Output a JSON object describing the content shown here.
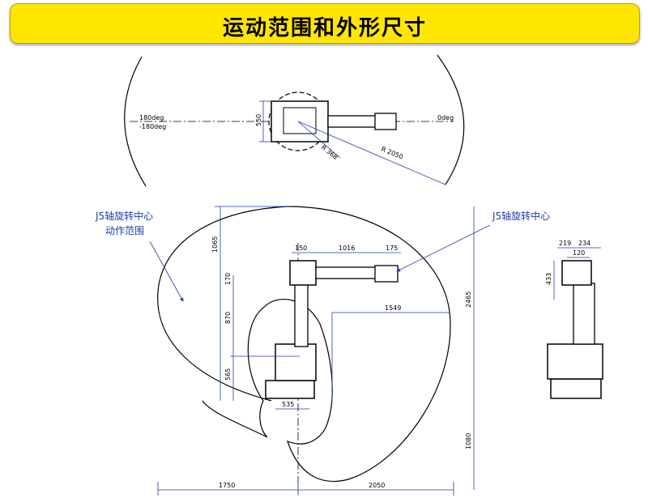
{
  "title": "运动范围和外形尺寸",
  "top_view": {
    "angle_left_1": "180deg",
    "angle_left_2": "-180deg",
    "angle_right": "0deg",
    "radius_small": "R 368",
    "radius_large": "R 2050",
    "dim_550": "550"
  },
  "side_view": {
    "annotation_left_line1": "J5轴旋转中心",
    "annotation_left_line2": "动作范围",
    "annotation_right": "J5轴旋转中心",
    "dims": {
      "d150": "150",
      "d1016": "1016",
      "d175": "175",
      "d1065": "1065",
      "d170": "170",
      "d1549": "1549",
      "d870": "870",
      "d2465": "2465",
      "d565": "565",
      "d535": "535",
      "d1080": "1080",
      "d1750": "1750",
      "d2050": "2050"
    }
  },
  "front_view": {
    "d219": "219",
    "d234": "234",
    "d120": "120",
    "d433": "433"
  }
}
